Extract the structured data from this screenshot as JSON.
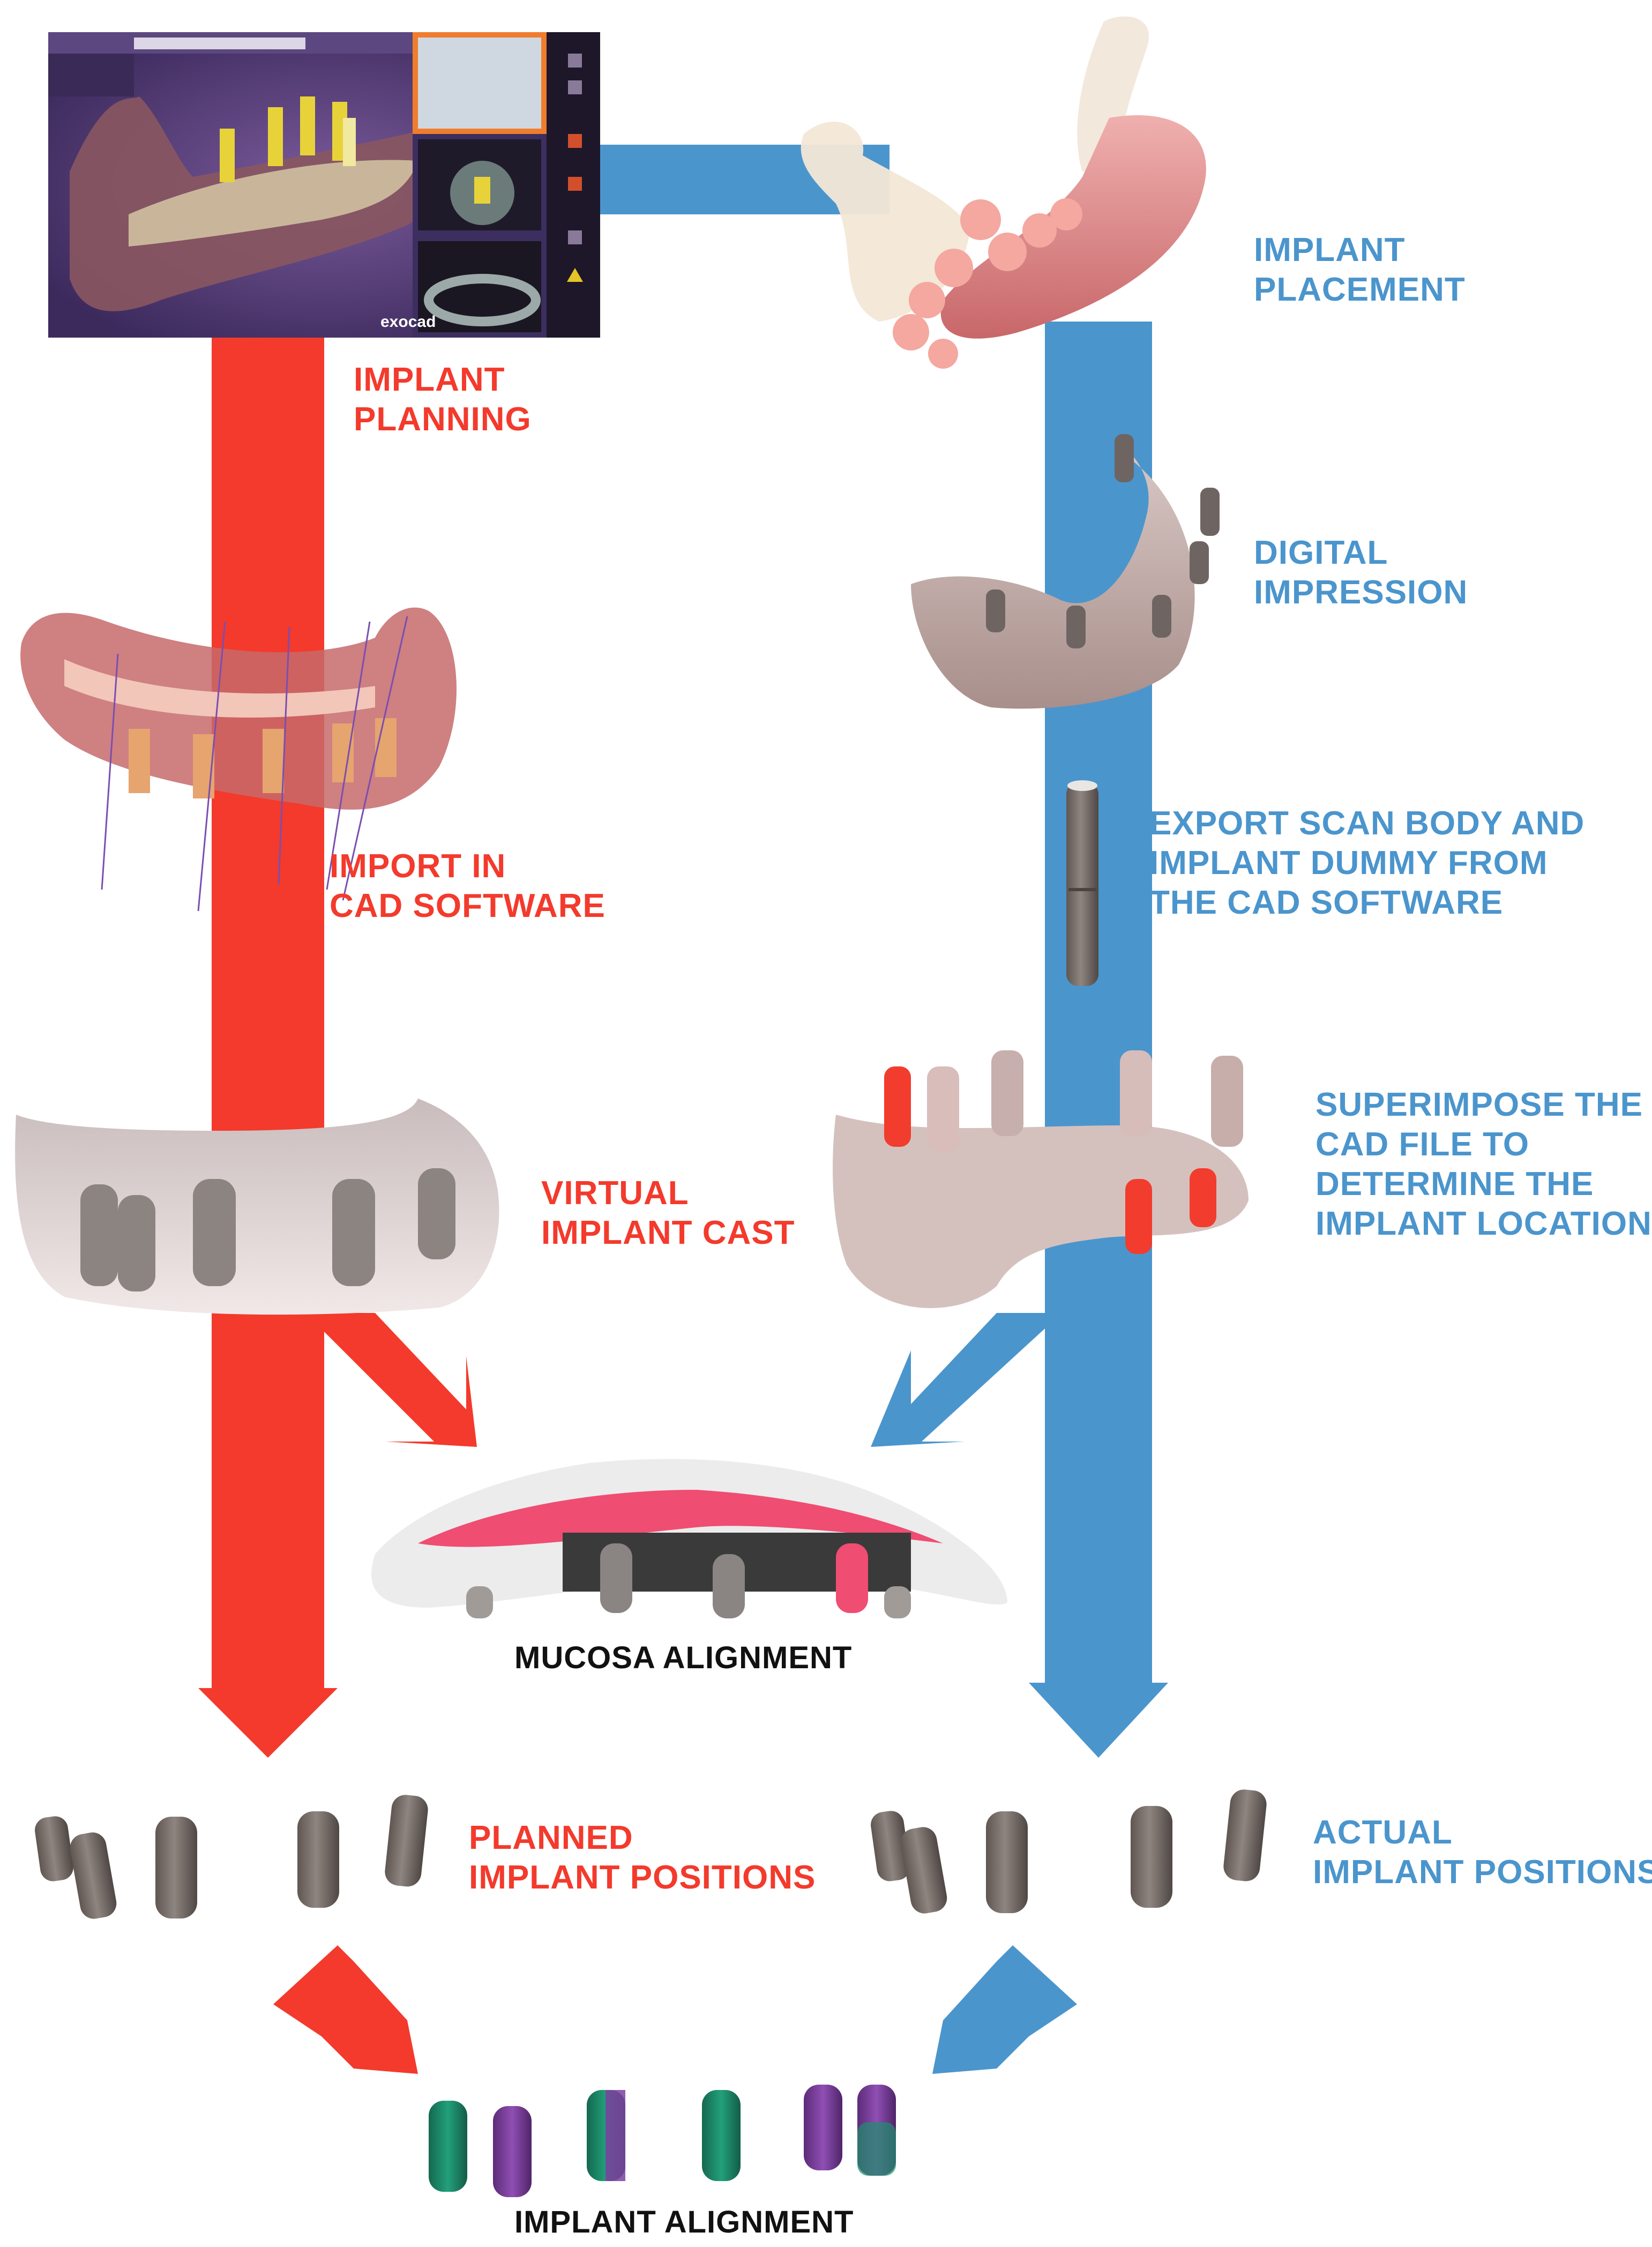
{
  "colors": {
    "red_flow": "#f33a2c",
    "blue_flow": "#4b95cd",
    "text_black": "#111111",
    "implant_gray": "#7d7470",
    "gum_pink": "#e58a8d",
    "cast_pink": "#ece0e0",
    "align_green": "#1f8f6e",
    "align_purple": "#7d3fa0",
    "screenshot_bg": "#4b3570"
  },
  "screenshot": {
    "brand": "exocad"
  },
  "labels": {
    "implant_planning": [
      "IMPLANT",
      "PLANNING"
    ],
    "import_cad": [
      "IMPORT IN",
      "CAD SOFTWARE"
    ],
    "virtual_cast": [
      "VIRTUAL",
      "IMPLANT CAST"
    ],
    "implant_placement": [
      "IMPLANT",
      "PLACEMENT"
    ],
    "digital_impression": [
      "DIGITAL",
      "IMPRESSION"
    ],
    "export_scan": [
      "EXPORT SCAN BODY AND",
      "IMPLANT DUMMY FROM",
      "THE CAD SOFTWARE"
    ],
    "superimpose": [
      "SUPERIMPOSE THE",
      "CAD FILE TO",
      "DETERMINE THE",
      "IMPLANT LOCATION"
    ],
    "mucosa_alignment": "MUCOSA ALIGNMENT",
    "planned_positions": [
      "PLANNED",
      "IMPLANT POSITIONS"
    ],
    "actual_positions": [
      "ACTUAL",
      "IMPLANT POSITIONS"
    ],
    "implant_alignment": "IMPLANT ALIGNMENT"
  },
  "icons": [
    "implant-planning-screenshot",
    "surgical-guide-image",
    "jaw-model-image",
    "digital-impression-image",
    "scan-body-image",
    "virtual-cast-image",
    "superimpose-image",
    "mucosa-alignment-image",
    "planned-implants-image",
    "actual-implants-image",
    "aligned-implants-image"
  ]
}
